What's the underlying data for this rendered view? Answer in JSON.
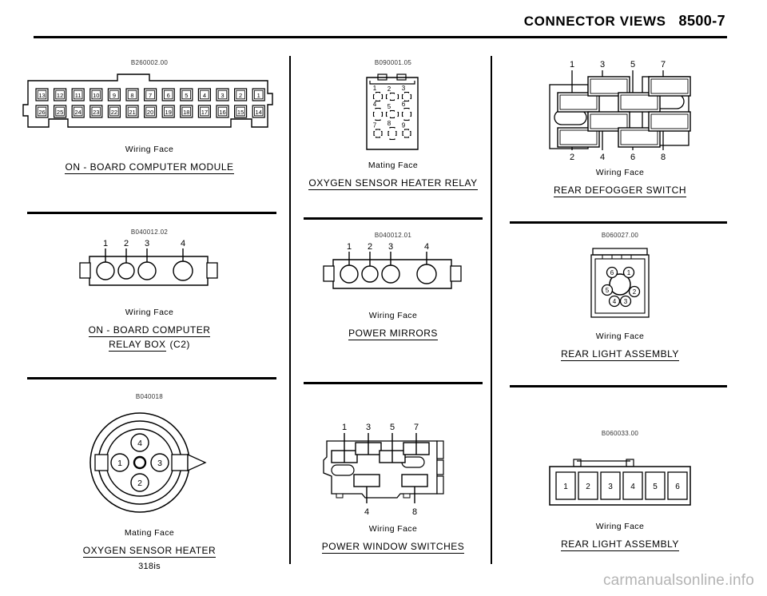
{
  "header": {
    "title": "CONNECTOR VIEWS",
    "page_number": "8500-7"
  },
  "watermark": "carmanualsonline.info",
  "connectors": [
    {
      "part_number": "B260002.00",
      "face_label": "Wiring Face",
      "title": "ON - BOARD COMPUTER MODULE",
      "subtitle": "",
      "pin_style": "square-grid-26",
      "top_row_pins": [
        "13",
        "12",
        "11",
        "10",
        "9",
        "8",
        "7",
        "6",
        "5",
        "4",
        "3",
        "2",
        "1"
      ],
      "bottom_row_pins": [
        "26",
        "25",
        "24",
        "23",
        "22",
        "21",
        "20",
        "19",
        "18",
        "17",
        "16",
        "15",
        "14"
      ]
    },
    {
      "part_number": "B090001.05",
      "face_label": "Mating Face",
      "title": "OXYGEN SENSOR HEATER RELAY",
      "subtitle": "",
      "pin_style": "cross-3x3",
      "pins": [
        "1",
        "2",
        "3",
        "4",
        "5",
        "6",
        "7",
        "8",
        "9"
      ]
    },
    {
      "part_number": "",
      "face_label": "Wiring Face",
      "title": "REAR DEFOGGER SWITCH",
      "subtitle": "",
      "pin_style": "staggered-rect-8",
      "top_pins": [
        "1",
        "3",
        "5",
        "7"
      ],
      "bottom_pins": [
        "2",
        "4",
        "6",
        "8"
      ]
    },
    {
      "part_number": "B040012.02",
      "face_label": "Wiring Face",
      "title": "ON - BOARD COMPUTER",
      "title_line2": "RELAY BOX",
      "title_line2_suffix": "(C2)",
      "pin_style": "round-4",
      "pins": [
        "1",
        "2",
        "3",
        "4"
      ]
    },
    {
      "part_number": "B040012.01",
      "face_label": "Wiring Face",
      "title": "POWER MIRRORS",
      "subtitle": "",
      "pin_style": "round-4",
      "pins": [
        "1",
        "2",
        "3",
        "4"
      ]
    },
    {
      "part_number": "B060027.00",
      "face_label": "Wiring Face",
      "title": "REAR LIGHT ASSEMBLY",
      "subtitle": "",
      "pin_style": "circle-6",
      "pins": [
        "6",
        "1",
        "2",
        "3",
        "4",
        "5"
      ]
    },
    {
      "part_number": "B040018",
      "face_label": "Mating Face",
      "title": "OXYGEN SENSOR HEATER",
      "subtitle": "318is",
      "pin_style": "round-circular-4",
      "pin_top": "4",
      "pin_left": "1",
      "pin_right": "3",
      "pin_bottom": "2"
    },
    {
      "part_number": "",
      "face_label": "Wiring Face",
      "title": "POWER WINDOW SWITCHES",
      "subtitle": "",
      "pin_style": "irregular-rect-8",
      "top_pins": [
        "1",
        "3",
        "5",
        "7"
      ],
      "bottom_pins": [
        "4",
        "8"
      ]
    },
    {
      "part_number": "B060033.00",
      "face_label": "Wiring Face",
      "title": "REAR LIGHT ASSEMBLY",
      "subtitle": "",
      "pin_style": "rect-row-6",
      "pins": [
        "1",
        "2",
        "3",
        "4",
        "5",
        "6"
      ]
    }
  ]
}
